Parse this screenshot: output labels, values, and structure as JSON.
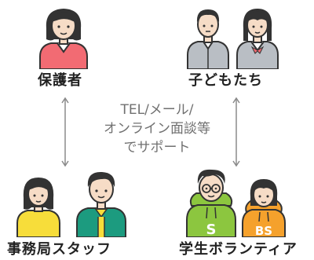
{
  "nodes": {
    "guardian": {
      "label": "保護者"
    },
    "children": {
      "label": "子どもたち"
    },
    "office": {
      "label": "事務局スタッフ"
    },
    "volunteers": {
      "label": "学生ボランティア"
    }
  },
  "center": {
    "line1": "TEL/メール/",
    "line2": "オンライン面談等",
    "line3": "でサポート"
  },
  "icons": {
    "guardian": "woman-pink-top-icon",
    "boy": "boy-school-uniform-icon",
    "girl": "girl-school-uniform-icon",
    "staff_woman": "woman-yellow-top-icon",
    "staff_man": "man-green-jacket-icon",
    "volunteer_man": "man-green-hoodie-glasses-icon",
    "volunteer_woman": "woman-orange-hoodie-icon",
    "arrow": "double-arrow-icon"
  },
  "hoodie_prints": {
    "green": "S",
    "orange": "BS"
  },
  "colors": {
    "pink": "#f26b73",
    "yellow": "#f7dd3a",
    "teal_green": "#1c9b7f",
    "lime_green": "#8cc63f",
    "orange": "#f5a12c",
    "gray_uniform": "#b9bec4",
    "hair": "#333333",
    "skin": "#f6dcc6",
    "arrow": "#8a8a8a"
  }
}
